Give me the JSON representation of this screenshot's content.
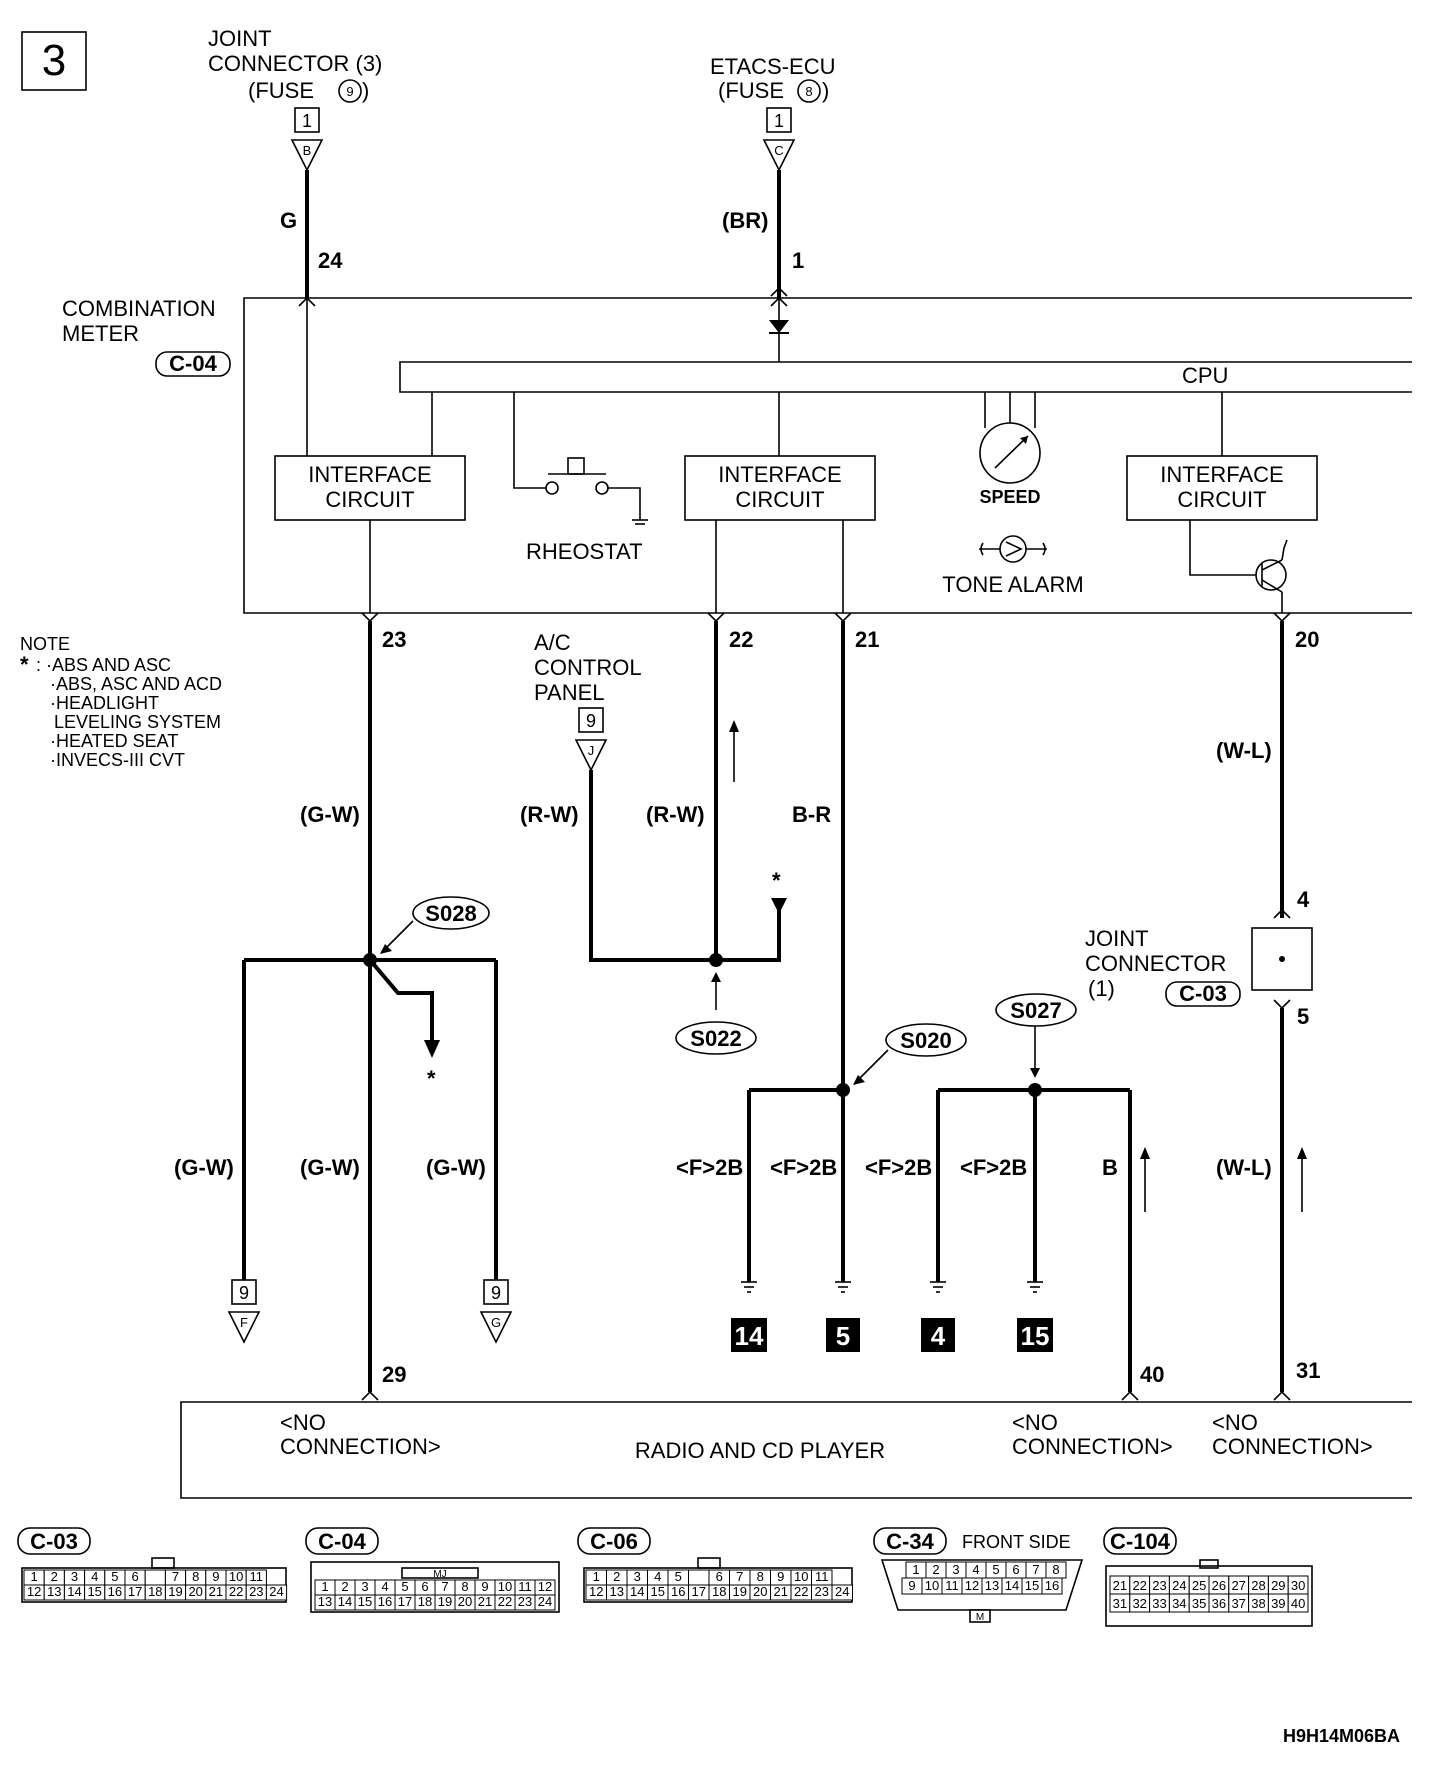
{
  "page_number": "3",
  "fuse_sources": [
    {
      "name_line1": "JOINT",
      "name_line2": "CONNECTOR (3)",
      "fuse_label": "(FUSE",
      "fuse_number": "9",
      "fuse_close": ")",
      "connector_pin": "1",
      "connector_id": "B",
      "wire_color": "G",
      "meter_pin": "24"
    },
    {
      "name_line1": "ETACS-ECU",
      "name_line2": "",
      "fuse_label": "(FUSE",
      "fuse_number": "8",
      "fuse_close": ")",
      "connector_pin": "1",
      "connector_id": "C",
      "wire_color": "(BR)",
      "meter_pin": "1"
    }
  ],
  "combination_meter": {
    "line1": "COMBINATION",
    "line2": "METER",
    "connector": "C-04"
  },
  "cpu_label": "CPU",
  "interface_circuit": {
    "line1": "INTERFACE",
    "line2": "CIRCUIT"
  },
  "rheostat": "RHEOSTAT",
  "speed": "SPEED",
  "tone_alarm": "TONE ALARM",
  "meter_pins": [
    "23",
    "22",
    "21",
    "20"
  ],
  "note": {
    "title": "NOTE",
    "star": "*",
    "lines": [
      ": ·ABS AND ASC",
      "·ABS, ASC AND ACD",
      "·HEADLIGHT",
      "LEVELING SYSTEM",
      "·HEATED SEAT",
      "·INVECS-III CVT"
    ]
  },
  "ac_panel": {
    "line1": "A/C",
    "line2": "CONTROL",
    "line3": "PANEL",
    "pin": "9",
    "connector_id": "J"
  },
  "wire_labels": {
    "gw": "(G-W)",
    "rw": "(R-W)",
    "br": "B-R",
    "wl": "(W-L)",
    "f2b": "<F>2B",
    "b": "B",
    "star": "*"
  },
  "splices": [
    "S028",
    "S022",
    "S020",
    "S027"
  ],
  "joint_connector_1": {
    "line1": "JOINT",
    "line2": "CONNECTOR",
    "line3": "(1)",
    "connector": "C-03",
    "pin_top": "4",
    "pin_bottom": "5"
  },
  "branch_connectors": [
    {
      "pin": "9",
      "connector_id": "F"
    },
    {
      "pin": "9",
      "connector_id": "G"
    }
  ],
  "grounds": [
    "14",
    "5",
    "4",
    "15"
  ],
  "radio_pins": [
    "29",
    "40",
    "31"
  ],
  "radio": {
    "title": "RADIO AND CD PLAYER",
    "no_conn_line1": "<NO",
    "no_conn_line2": "CONNECTION>"
  },
  "connector_views": [
    {
      "id": "C-03",
      "rows": [
        [
          "1",
          "2",
          "3",
          "4",
          "5",
          "6",
          "",
          "7",
          "8",
          "9",
          "10",
          "11"
        ],
        [
          "12",
          "13",
          "14",
          "15",
          "16",
          "17",
          "18",
          "19",
          "20",
          "21",
          "22",
          "23",
          "24"
        ]
      ]
    },
    {
      "id": "C-04",
      "key": "MJ",
      "rows": [
        [
          "1",
          "2",
          "3",
          "4",
          "5",
          "6",
          "7",
          "8",
          "9",
          "10",
          "11",
          "12"
        ],
        [
          "13",
          "14",
          "15",
          "16",
          "17",
          "18",
          "19",
          "20",
          "21",
          "22",
          "23",
          "24"
        ]
      ]
    },
    {
      "id": "C-06",
      "rows": [
        [
          "1",
          "2",
          "3",
          "4",
          "5",
          "",
          "6",
          "7",
          "8",
          "9",
          "10",
          "11"
        ],
        [
          "12",
          "13",
          "14",
          "15",
          "16",
          "17",
          "18",
          "19",
          "20",
          "21",
          "22",
          "23",
          "24"
        ]
      ]
    },
    {
      "id": "C-34",
      "caption": "FRONT SIDE",
      "key": "M",
      "rows": [
        [
          "1",
          "2",
          "3",
          "4",
          "5",
          "6",
          "7",
          "8"
        ],
        [
          "9",
          "10",
          "11",
          "12",
          "13",
          "14",
          "15",
          "16"
        ]
      ]
    },
    {
      "id": "C-104",
      "rows": [
        [
          "21",
          "22",
          "23",
          "24",
          "25",
          "26",
          "27",
          "28",
          "29",
          "30"
        ],
        [
          "31",
          "32",
          "33",
          "34",
          "35",
          "36",
          "37",
          "38",
          "39",
          "40"
        ]
      ]
    }
  ],
  "figure_code": "H9H14M06BA"
}
